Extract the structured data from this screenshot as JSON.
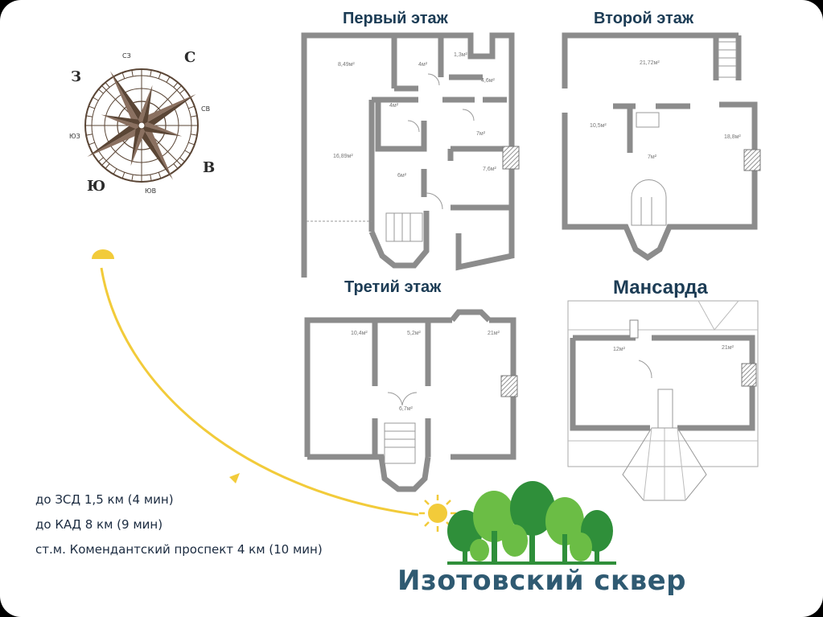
{
  "floors": {
    "first": {
      "title": "Первый этаж",
      "areas": [
        "8,49м²",
        "4м²",
        "1,3м²",
        "4,6м²",
        "4м²",
        "16,89м²",
        "7м²",
        "6м²",
        "7,6м²"
      ]
    },
    "second": {
      "title": "Второй этаж",
      "areas": [
        "21,72м²",
        "10,5м²",
        "18,8м²",
        "7м²"
      ]
    },
    "third": {
      "title": "Третий этаж",
      "areas": [
        "10,4м²",
        "5,2м²",
        "21м²",
        "6,7м²"
      ]
    },
    "attic": {
      "title": "Мансарда",
      "areas": [
        "12м²",
        "21м²"
      ]
    }
  },
  "compass": {
    "north": "С",
    "east": "В",
    "south": "Ю",
    "west": "З",
    "ne": "СВ",
    "se": "ЮВ",
    "sw": "ЮЗ",
    "nw": "СЗ"
  },
  "distances": [
    "до ЗСД 1,5 км (4 мин)",
    "до КАД 8 км (9 мин)",
    "ст.м. Комендантский проспект  4 км (10 мин)"
  ],
  "park": {
    "name": "Изотовский сквер"
  },
  "colors": {
    "wall": "#8c8c8c",
    "arc": "#f2cb3a",
    "text": "#1c3c55",
    "tree_dark": "#2f8f3a",
    "tree_light": "#6bbd45",
    "compass": "#5a4535"
  }
}
